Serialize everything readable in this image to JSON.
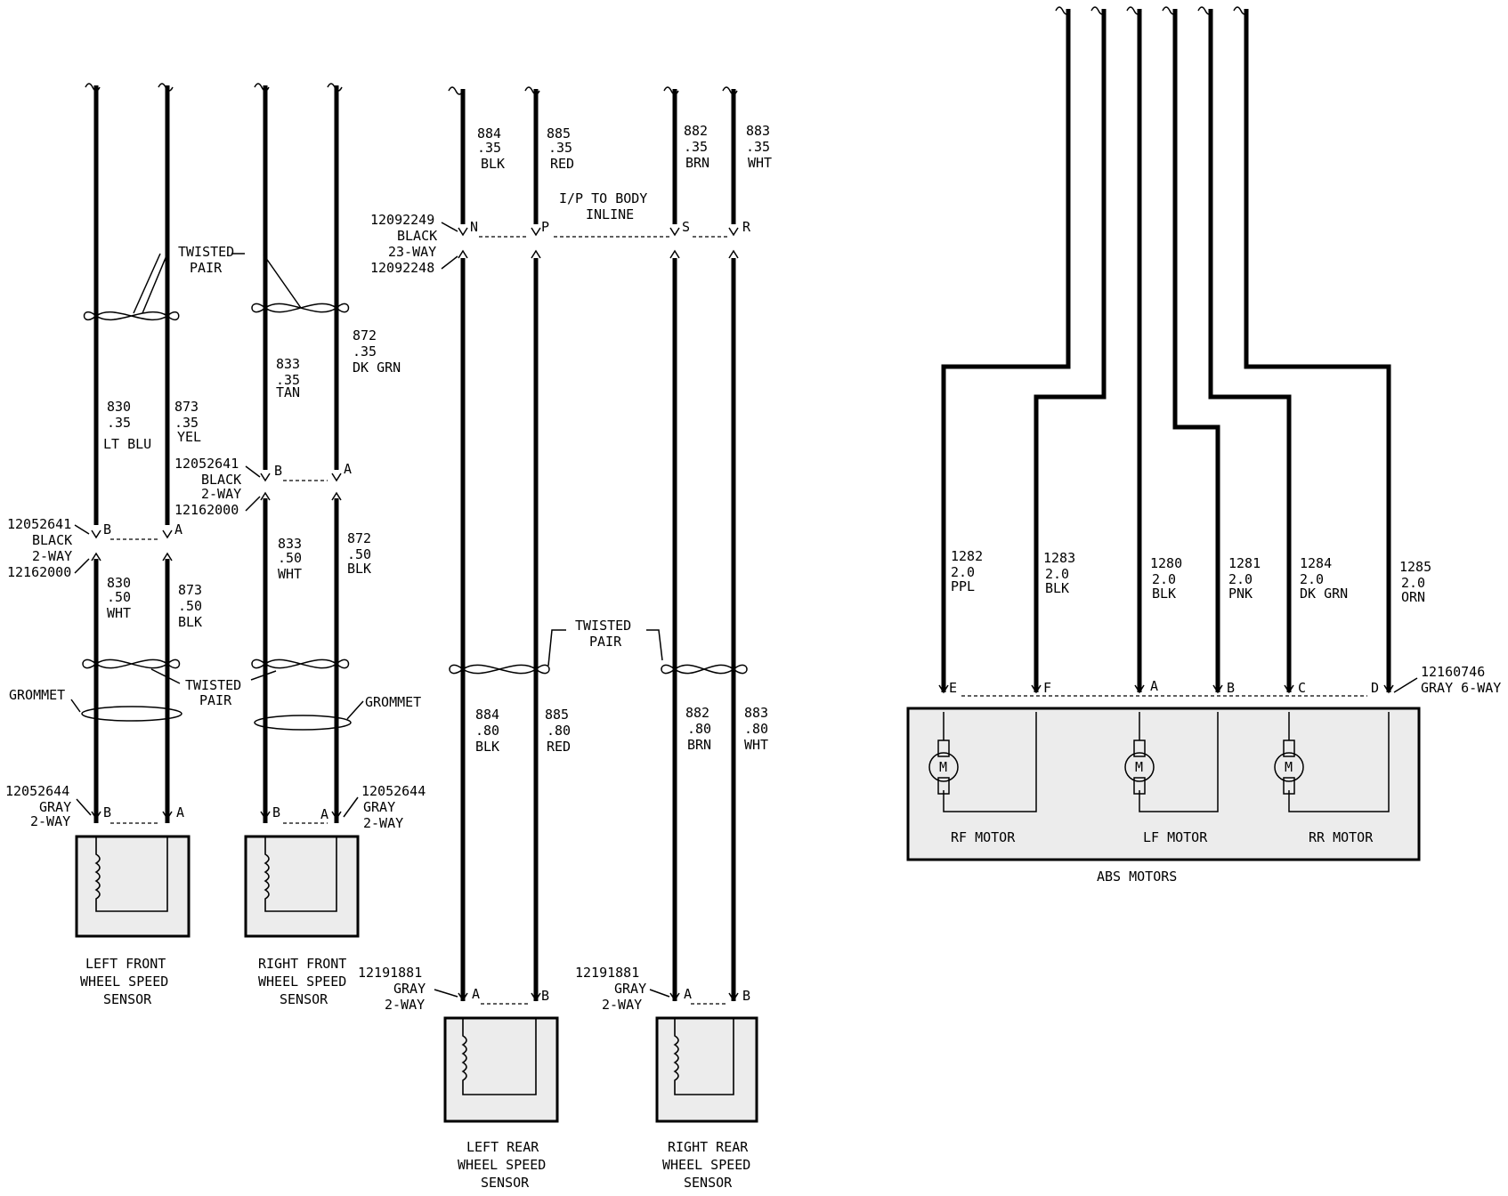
{
  "left_front": {
    "wire1": {
      "circuit": "830",
      "gauge": ".35",
      "color": "LT BLU"
    },
    "wire2": {
      "circuit": "873",
      "gauge": ".35",
      "color": "YEL"
    },
    "wire1_lower": {
      "circuit": "830",
      "gauge": ".50",
      "color": "WHT"
    },
    "wire2_lower": {
      "circuit": "873",
      "gauge": ".50",
      "color": "BLK"
    },
    "connector_upper": {
      "part": "12052641",
      "color": "BLACK",
      "ways": "2-WAY",
      "mate": "12162000",
      "pin1": "B",
      "pin2": "A"
    },
    "connector_sensor": {
      "part": "12052644",
      "color": "GRAY",
      "ways": "2-WAY",
      "pin1": "B",
      "pin2": "A"
    },
    "twisted_pair_label": [
      "TWISTED",
      "PAIR"
    ],
    "twisted_pair_lower_label": [
      "TWISTED",
      "PAIR"
    ],
    "grommet_label": "GROMMET",
    "sensor_label": [
      "LEFT FRONT",
      "WHEEL SPEED",
      "SENSOR"
    ]
  },
  "right_front": {
    "wire1": {
      "circuit": "833",
      "gauge": ".35",
      "color": "TAN"
    },
    "wire2": {
      "circuit": "872",
      "gauge": ".35",
      "color": "DK GRN"
    },
    "wire1_lower": {
      "circuit": "833",
      "gauge": ".50",
      "color": "WHT"
    },
    "wire2_lower": {
      "circuit": "872",
      "gauge": ".50",
      "color": "BLK"
    },
    "connector_upper": {
      "part": "12052641",
      "color": "BLACK",
      "ways": "2-WAY",
      "mate": "12162000",
      "pin1": "B",
      "pin2": "A"
    },
    "connector_sensor": {
      "part": "12052644",
      "color": "GRAY",
      "ways": "2-WAY",
      "pin1": "B",
      "pin2": "A"
    },
    "grommet_label": "GROMMET",
    "sensor_label": [
      "RIGHT FRONT",
      "WHEEL SPEED",
      "SENSOR"
    ]
  },
  "inline": {
    "part": "12092249",
    "color": "BLACK",
    "ways": "23-WAY",
    "mate": "12092248",
    "label": [
      "I/P TO BODY",
      "INLINE"
    ],
    "pins": [
      "N",
      "P",
      "S",
      "R"
    ]
  },
  "rear": {
    "upper_wires": [
      {
        "circuit": "884",
        "gauge": ".35",
        "color": "BLK"
      },
      {
        "circuit": "885",
        "gauge": ".35",
        "color": "RED"
      },
      {
        "circuit": "882",
        "gauge": ".35",
        "color": "BRN"
      },
      {
        "circuit": "883",
        "gauge": ".35",
        "color": "WHT"
      }
    ],
    "lower_wires": [
      {
        "circuit": "884",
        "gauge": ".80",
        "color": "BLK"
      },
      {
        "circuit": "885",
        "gauge": ".80",
        "color": "RED"
      },
      {
        "circuit": "882",
        "gauge": ".80",
        "color": "BRN"
      },
      {
        "circuit": "883",
        "gauge": ".80",
        "color": "WHT"
      }
    ],
    "twisted_pair_label": [
      "TWISTED",
      "PAIR"
    ],
    "left_connector": {
      "part": "12191881",
      "color": "GRAY",
      "ways": "2-WAY",
      "pin1": "A",
      "pin2": "B"
    },
    "right_connector": {
      "part": "12191881",
      "color": "GRAY",
      "ways": "2-WAY",
      "pin1": "A",
      "pin2": "B"
    },
    "left_sensor_label": [
      "LEFT REAR",
      "WHEEL SPEED",
      "SENSOR"
    ],
    "right_sensor_label": [
      "RIGHT REAR",
      "WHEEL SPEED",
      "SENSOR"
    ]
  },
  "abs": {
    "wires": [
      {
        "circuit": "1282",
        "gauge": "2.0",
        "color": "PPL",
        "pin": "E"
      },
      {
        "circuit": "1283",
        "gauge": "2.0",
        "color": "BLK",
        "pin": "F"
      },
      {
        "circuit": "1280",
        "gauge": "2.0",
        "color": "BLK",
        "pin": "A"
      },
      {
        "circuit": "1281",
        "gauge": "2.0",
        "color": "PNK",
        "pin": "B"
      },
      {
        "circuit": "1284",
        "gauge": "2.0",
        "color": "DK GRN",
        "pin": "C"
      },
      {
        "circuit": "1285",
        "gauge": "2.0",
        "color": "ORN",
        "pin": "D"
      }
    ],
    "connector": {
      "part": "12160746",
      "desc": "GRAY 6-WAY"
    },
    "motor_symbol": "M",
    "motors": [
      "RF MOTOR",
      "LF MOTOR",
      "RR MOTOR"
    ],
    "title": "ABS MOTORS"
  }
}
